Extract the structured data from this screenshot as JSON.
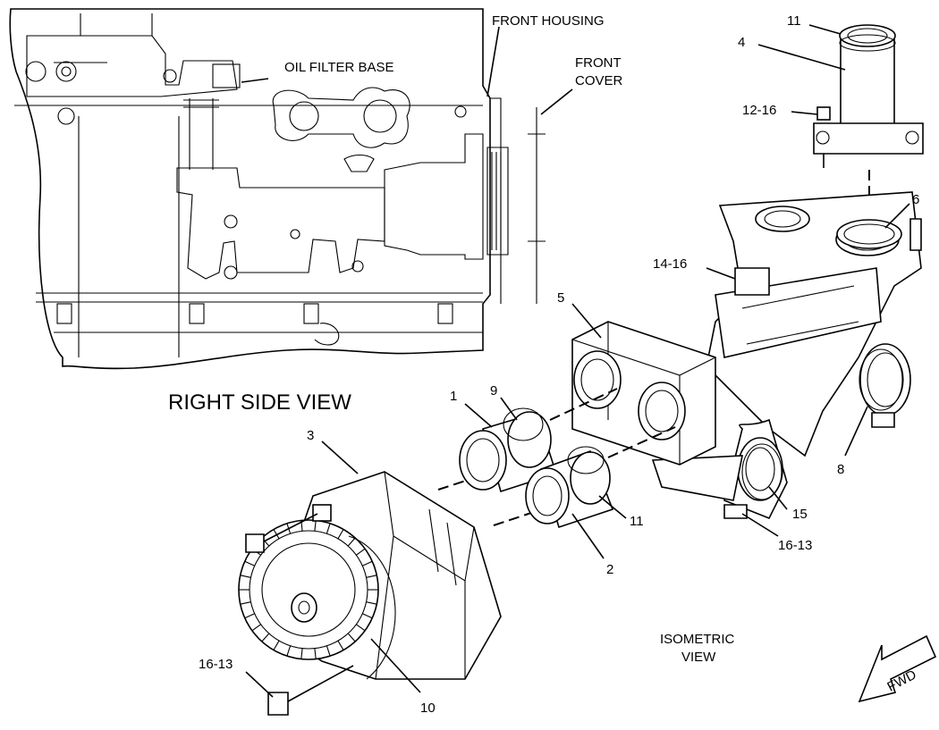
{
  "labels": {
    "oil_filter_base": "OIL FILTER BASE",
    "front_housing": "FRONT HOUSING",
    "front_cover_1": "FRONT",
    "front_cover_2": "COVER",
    "right_side_view": "RIGHT SIDE VIEW",
    "isometric_1": "ISOMETRIC",
    "isometric_2": "VIEW",
    "fwd": "FWD"
  },
  "callouts": {
    "c11_top": "11",
    "c4": "4",
    "c12_16": "12-16",
    "c6": "6",
    "c14_16": "14-16",
    "c5": "5",
    "c1": "1",
    "c9": "9",
    "c3": "3",
    "c8": "8",
    "c15": "15",
    "c16_13_right": "16-13",
    "c11_mid": "11",
    "c2": "2",
    "c16_13_left": "16-13",
    "c10": "10"
  }
}
